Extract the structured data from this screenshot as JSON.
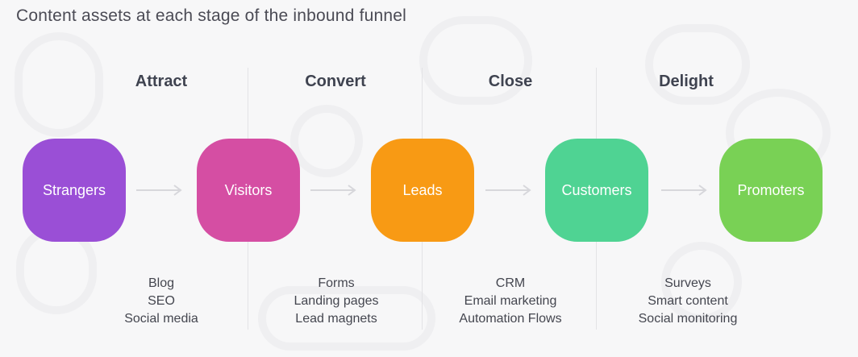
{
  "title": "Content assets at each stage of the inbound funnel",
  "stages": [
    {
      "label": "Attract",
      "assets": [
        "Blog",
        "SEO",
        "Social media"
      ]
    },
    {
      "label": "Convert",
      "assets": [
        "Forms",
        "Landing pages",
        "Lead magnets"
      ]
    },
    {
      "label": "Close",
      "assets": [
        "CRM",
        "Email marketing",
        "Automation Flows"
      ]
    },
    {
      "label": "Delight",
      "assets": [
        "Surveys",
        "Smart content",
        "Social monitoring"
      ]
    }
  ],
  "nodes": [
    {
      "label": "Strangers",
      "color": "#9a4fd6"
    },
    {
      "label": "Visitors",
      "color": "#d54ea3"
    },
    {
      "label": "Leads",
      "color": "#f89a14"
    },
    {
      "label": "Customers",
      "color": "#4fd393"
    },
    {
      "label": "Promoters",
      "color": "#79d155"
    }
  ],
  "colors": {
    "arrow": "#d7d7db",
    "divider": "#e3e3e6",
    "background": "#f7f7f8"
  }
}
